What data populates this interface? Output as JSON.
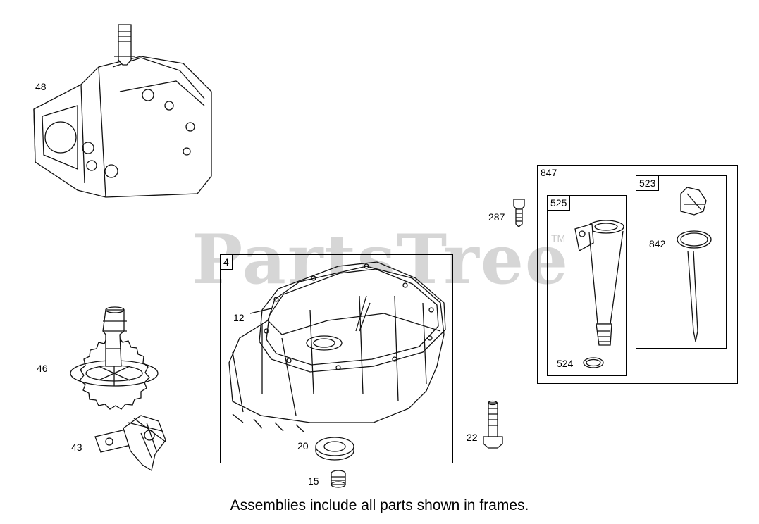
{
  "watermark": {
    "text": "PartsTree",
    "trademark": "TM"
  },
  "frames": [
    {
      "id": "frame-4",
      "label": "4"
    },
    {
      "id": "frame-847",
      "label": "847"
    },
    {
      "id": "frame-525",
      "label": "525"
    },
    {
      "id": "frame-523",
      "label": "523"
    }
  ],
  "callouts": {
    "p48": "48",
    "p46": "46",
    "p43": "43",
    "p12": "12",
    "p20": "20",
    "p15": "15",
    "p22": "22",
    "p287": "287",
    "p842": "842",
    "p524": "524"
  },
  "parts": [
    {
      "number": "48",
      "icon": "cylinder-crankcase-icon"
    },
    {
      "number": "46",
      "icon": "camshaft-gear-icon"
    },
    {
      "number": "43",
      "icon": "governor-assembly-icon"
    },
    {
      "number": "4",
      "icon": "sump-assembly-icon"
    },
    {
      "number": "12",
      "icon": "sump-gasket-icon"
    },
    {
      "number": "20",
      "icon": "oil-seal-icon"
    },
    {
      "number": "15",
      "icon": "drain-plug-icon"
    },
    {
      "number": "22",
      "icon": "screw-icon"
    },
    {
      "number": "287",
      "icon": "screw-icon"
    },
    {
      "number": "525",
      "icon": "dipstick-tube-icon"
    },
    {
      "number": "524",
      "icon": "o-ring-icon"
    },
    {
      "number": "523",
      "icon": "dipstick-icon"
    },
    {
      "number": "842",
      "icon": "o-ring-icon"
    }
  ],
  "caption": "Assemblies include all parts shown in frames."
}
